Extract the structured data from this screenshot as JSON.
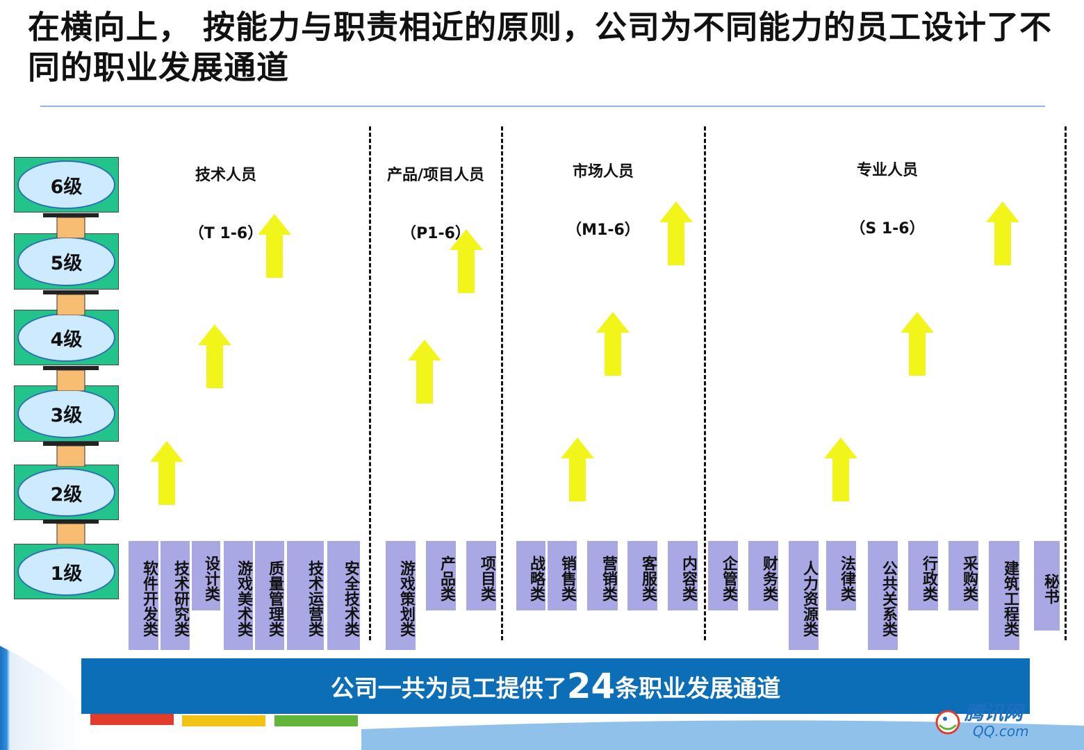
{
  "title": "在横向上， 按能力与职责相近的原则，公司为不同能力的员工设计了不同的职业发展通道",
  "categories": [
    {
      "name": "技术人员",
      "code": "（T 1-6）"
    },
    {
      "name": "产品/项目人员",
      "code": "（P1-6）"
    },
    {
      "name": "市场人员",
      "code": "（M1-6）"
    },
    {
      "name": "专业人员",
      "code": "（S 1-6）"
    }
  ],
  "levels": [
    "6级",
    "5级",
    "4级",
    "3级",
    "2级",
    "1级"
  ],
  "tracks": [
    "软件开发类",
    "技术研究类",
    "设计类",
    "游戏美术类",
    "质量管理类",
    "技术运营类",
    "安全技术类",
    "游戏策划类",
    "产品类",
    "项目类",
    "战略类",
    "销售类",
    "营销类",
    "客服类",
    "内容类",
    "企管类",
    "财务类",
    "人力资源类",
    "法律类",
    "公共关系类",
    "行政类",
    "采购类",
    "建筑工程类",
    "秘书"
  ],
  "banner": {
    "prefix": "公司一共为员工提供了",
    "number": "24",
    "suffix": "条职业发展通道"
  },
  "logo": {
    "text": "腾讯网",
    "domain": "QQ.com"
  },
  "colors": {
    "level_box": "#22c48c",
    "level_oval": "#cdeaff",
    "track_bg": "#a9a8e4",
    "arrow": "#f2f51a",
    "banner": "#0d6eb8"
  }
}
